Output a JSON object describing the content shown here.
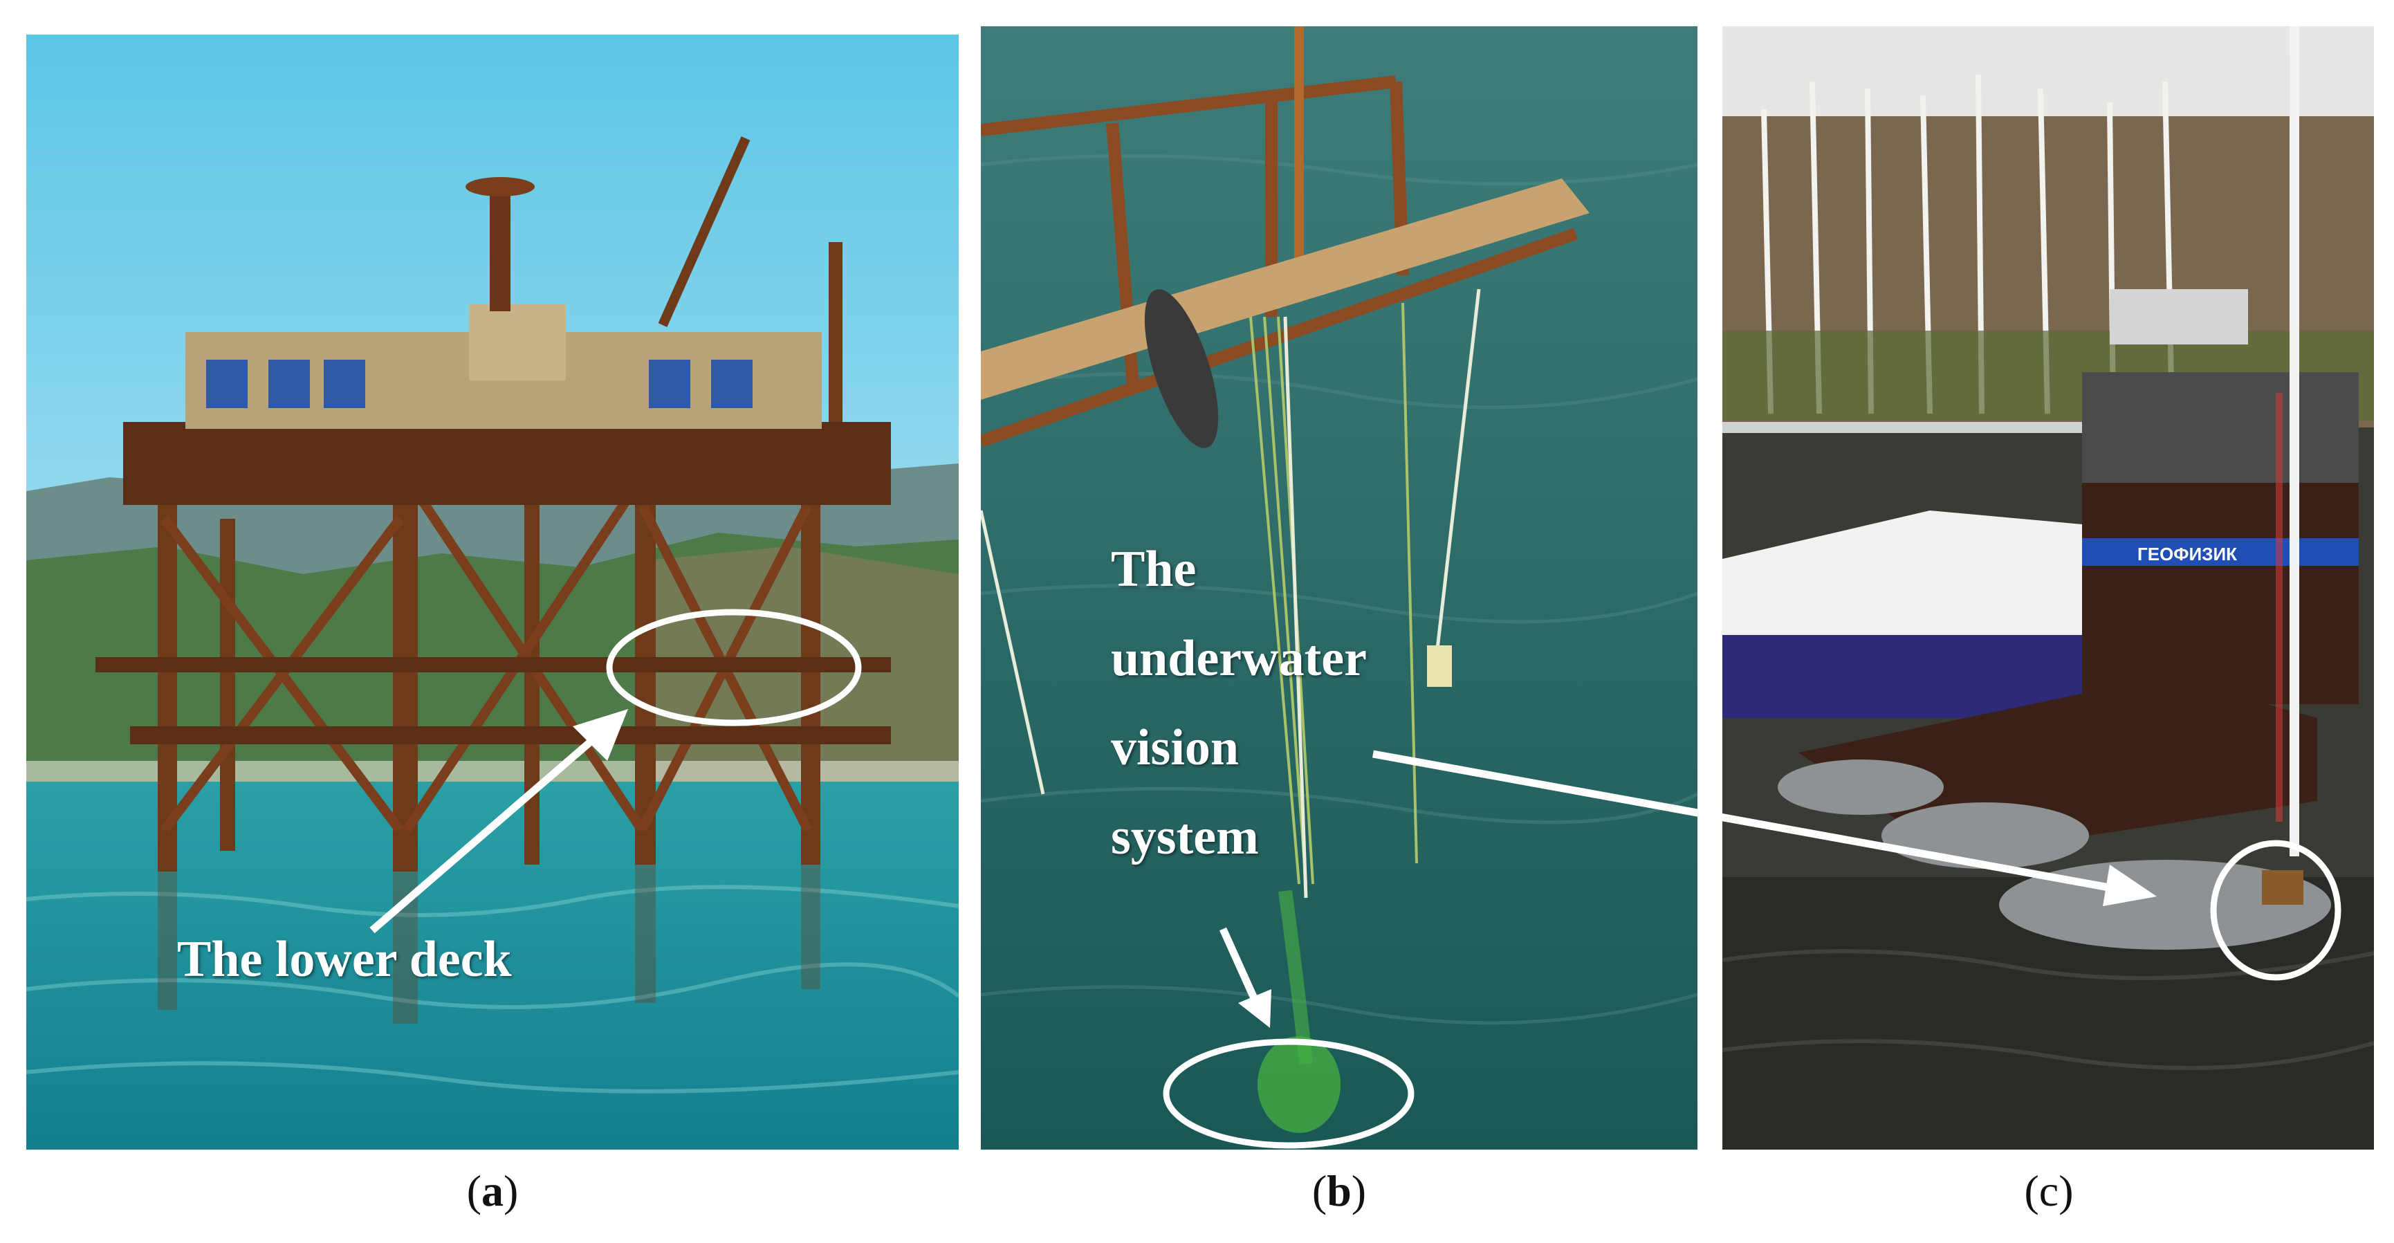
{
  "panels": [
    {
      "id": "a",
      "label": "a",
      "annotations": [
        "The lower deck"
      ]
    },
    {
      "id": "b",
      "label": "b",
      "annotations": [
        "The",
        "underwater",
        "vision",
        "system"
      ]
    },
    {
      "id": "c",
      "label": "c",
      "annotations": [],
      "boat_name": "ГЕОФИЗИК"
    }
  ],
  "colors": {
    "sea_a": "#2a9ba6",
    "sea_b": "#1f6b6b",
    "water_c": "#2e2f2a",
    "sky_a": "#7fd3ea",
    "rust": "#7a3e1c",
    "callout": "#ffffff",
    "boat_stripe": "#1f4fb5"
  }
}
